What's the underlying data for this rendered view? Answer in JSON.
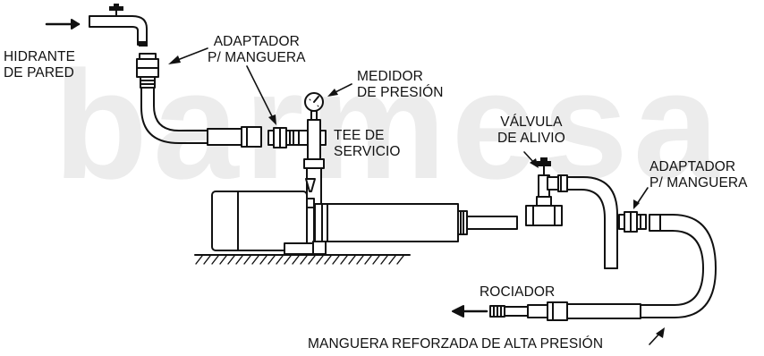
{
  "watermark": "barmesa",
  "labels": {
    "hidrante_pared": [
      "HIDRANTE",
      "DE PARED"
    ],
    "adaptador_manguera_1": [
      "ADAPTADOR",
      "P/ MANGUERA"
    ],
    "medidor_presion": [
      "MEDIDOR",
      "DE PRESIÓN"
    ],
    "tee_servicio": [
      "TEE DE",
      "SERVICIO"
    ],
    "valvula_alivio": [
      "VÁLVULA",
      "DE ALIVIO"
    ],
    "adaptador_manguera_2": [
      "ADAPTADOR",
      "P/ MANGUERA"
    ],
    "rociador": "ROCIADOR",
    "manguera_reforzada": "MANGUERA REFORZADA DE ALTA PRESIÓN"
  },
  "colors": {
    "ink": "#111111",
    "watermark": "#ececec",
    "background": "#ffffff"
  }
}
